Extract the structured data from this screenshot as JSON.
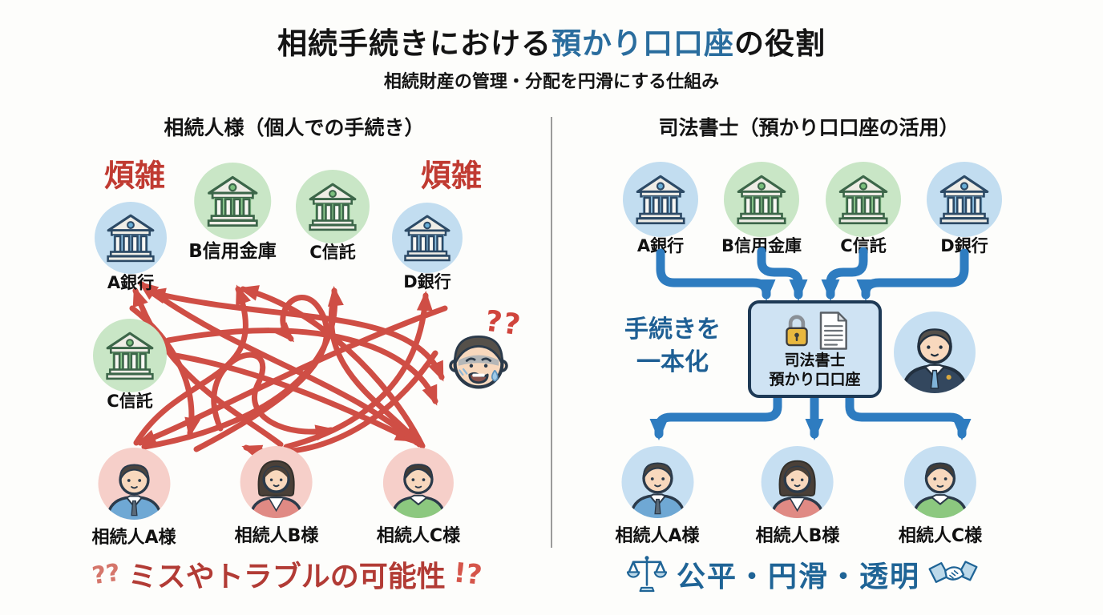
{
  "title": {
    "prefix": "相続手続きにおける",
    "highlight": "預かり口口座",
    "suffix": "の役割"
  },
  "subtitle": "相続財産の管理・分配を円滑にする仕組み",
  "left_panel": {
    "heading": "相続人様（個人での手続き）",
    "hassle_labels": [
      "煩雑",
      "煩雑"
    ],
    "banks": [
      {
        "label": "A銀行",
        "theme": "blue"
      },
      {
        "label": "B信用金庫",
        "theme": "green"
      },
      {
        "label": "C信託",
        "theme": "green"
      },
      {
        "label": "D銀行",
        "theme": "blue"
      },
      {
        "label": "C信託",
        "theme": "green"
      }
    ],
    "confusion_marks": "??",
    "heirs": [
      {
        "label": "相続人A様"
      },
      {
        "label": "相続人B様"
      },
      {
        "label": "相続人C様"
      }
    ],
    "warning": {
      "leading_marks": "??",
      "text": "ミスやトラブルの可能性",
      "trailing_marks": "!?"
    }
  },
  "right_panel": {
    "heading": "司法書士（預かり口口座の活用）",
    "banks": [
      {
        "label": "A銀行",
        "theme": "blue"
      },
      {
        "label": "B信用金庫",
        "theme": "green"
      },
      {
        "label": "C信託",
        "theme": "green"
      },
      {
        "label": "D銀行",
        "theme": "blue"
      }
    ],
    "benefit": {
      "line1": "手続きを",
      "line2": "一本化"
    },
    "escrow_box": {
      "line1": "司法書士",
      "line2": "預かり口口座"
    },
    "heirs": [
      {
        "label": "相続人A様"
      },
      {
        "label": "相続人B様"
      },
      {
        "label": "相続人C様"
      }
    ],
    "footer": "公平・円滑・透明"
  },
  "colors": {
    "title_highlight": "#2a6d9e",
    "hassle_red": "#c03a31",
    "tangle_red": "#cf4e45",
    "flow_blue": "#2e7cc0",
    "benefit_blue": "#1e5f94",
    "footer_blue": "#1f6496",
    "warning_red": "#b23b35"
  }
}
